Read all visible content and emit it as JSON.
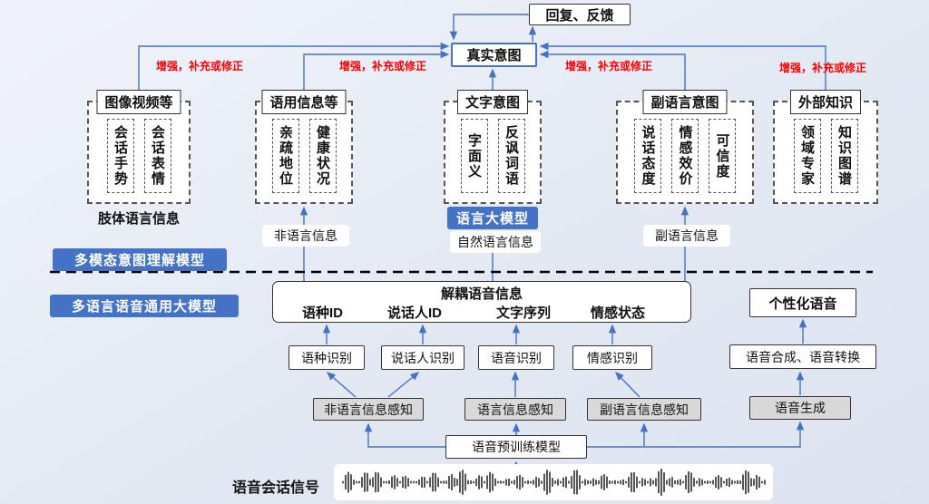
{
  "palette": {
    "accent": "#4472c4",
    "red": "#ff0000",
    "gray": "#d9d9d9"
  },
  "feedback_label": "回复、反馈",
  "true_intent_label": "真实意图",
  "enhance_labels": [
    "增强，补充或修正",
    "增强，补充或修正",
    "增强，补充或修正",
    "增强，补充或修正"
  ],
  "groups": [
    {
      "title": "图像视频等",
      "items": [
        "会话手势",
        "会话表情"
      ]
    },
    {
      "title": "语用信息等",
      "items": [
        "亲疏地位",
        "健康状况"
      ]
    },
    {
      "title": "文字意图",
      "items": [
        "字面义",
        "反讽词语"
      ]
    },
    {
      "title": "副语言意图",
      "items": [
        "说话态度",
        "情感效价",
        "可信度"
      ]
    },
    {
      "title": "外部知识",
      "items": [
        "领域专家",
        "知识图谱"
      ]
    }
  ],
  "captions": {
    "body_language": "肢体语言信息",
    "llm": "语言大模型",
    "non_linguistic": "非语言信息",
    "natural_language": "自然语言信息",
    "paralinguistic": "副语言信息"
  },
  "section_labels": {
    "multimodal": "多模态意图理解模型",
    "multilingual": "多语言语音通用大模型"
  },
  "decoupled": {
    "title": "解耦语音信息",
    "items": [
      "语种ID",
      "说话人ID",
      "文字序列",
      "情感状态"
    ]
  },
  "personalized_speech": "个性化语音",
  "recognition": [
    "语种识别",
    "说话人识别",
    "语音识别",
    "情感识别"
  ],
  "synthesis": "语音合成、语音转换",
  "perception": [
    "非语言信息感知",
    "语言信息感知",
    "副语言信息感知"
  ],
  "speech_generation": "语音生成",
  "pretrain_model": "语音预训练模型",
  "signal_label": "语音会话信号"
}
